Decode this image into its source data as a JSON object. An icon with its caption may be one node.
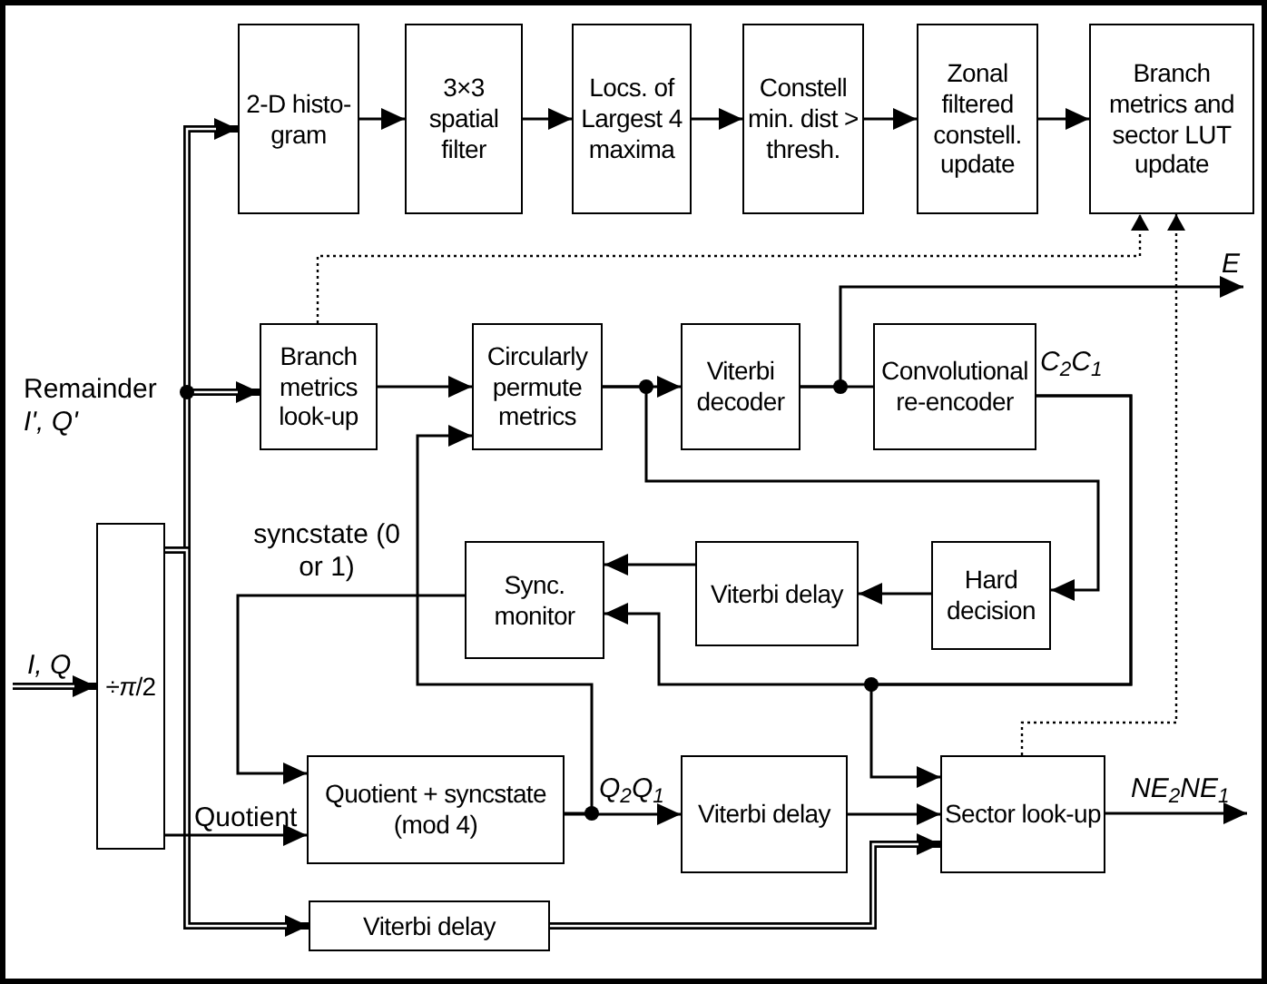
{
  "diagram": {
    "nodes": [
      {
        "text": [
          "2-D histo-gram"
        ]
      },
      {
        "text": [
          "3×3 spatial filter"
        ]
      },
      {
        "text": [
          "Locs. of Largest 4 maxima"
        ]
      },
      {
        "text": [
          "Constell min. dist > thresh."
        ]
      },
      {
        "text": [
          "Zonal filtered constell. update"
        ]
      },
      {
        "text": [
          "Branch metrics and sector LUT update"
        ]
      },
      {
        "text": [
          "Branch metrics look-up"
        ]
      },
      {
        "text": [
          "Circularly permute metrics"
        ]
      },
      {
        "text": [
          "Viterbi decoder"
        ]
      },
      {
        "text": [
          "Convolutional re-encoder"
        ]
      },
      {
        "text": [
          "Sync. monitor"
        ]
      },
      {
        "text": [
          "Viterbi delay"
        ]
      },
      {
        "text": [
          "Hard decision"
        ]
      },
      {
        "text": [
          "÷*π*/2"
        ]
      },
      {
        "text": [
          "Quotient + syncstate (mod 4)"
        ]
      },
      {
        "text": [
          "Viterbi delay"
        ]
      },
      {
        "text": [
          "Sector look-up"
        ]
      },
      {
        "text": [
          "Viterbi delay"
        ]
      }
    ],
    "edges": [
      {
        "from": 13,
        "to": 0,
        "arrow": "to",
        "style": "thick"
      },
      {
        "from": 13,
        "to": 6,
        "arrow": "to",
        "style": "thick",
        "label": "Remainder *I', Q'*"
      },
      {
        "from": 13,
        "to": 17,
        "arrow": "to",
        "style": "thick"
      },
      {
        "from": 0,
        "to": 1,
        "arrow": "to"
      },
      {
        "from": 1,
        "to": 2,
        "arrow": "to"
      },
      {
        "from": 2,
        "to": 3,
        "arrow": "to"
      },
      {
        "from": 3,
        "to": 4,
        "arrow": "to"
      },
      {
        "from": 4,
        "to": 5,
        "arrow": "to"
      },
      {
        "from": 6,
        "to": 5,
        "arrow": "to",
        "style": "dashed"
      },
      {
        "from": 6,
        "to": 7,
        "arrow": "to"
      },
      {
        "from": 7,
        "to": 8,
        "arrow": "to"
      },
      {
        "from": 8,
        "to": 9,
        "arrow": "none"
      },
      {
        "from": 8,
        "to": null,
        "arrow": "to",
        "label": "E"
      },
      {
        "from": 7,
        "to": 12,
        "arrow": "to"
      },
      {
        "from": 9,
        "to": 10,
        "arrow": "to",
        "label": "C$_{2}$C$_{1}$"
      },
      {
        "from": 9,
        "to": 16,
        "arrow": "to"
      },
      {
        "from": 12,
        "to": 11,
        "arrow": "to"
      },
      {
        "from": 11,
        "to": 10,
        "arrow": "to"
      },
      {
        "from": 10,
        "to": 14,
        "arrow": "to",
        "label": "syncstate (0 or 1)"
      },
      {
        "from": 14,
        "to": 7,
        "arrow": "to"
      },
      {
        "from": 14,
        "to": 15,
        "arrow": "to",
        "label": "Q$_{2}$Q$_{1}$"
      },
      {
        "from": 13,
        "to": 14,
        "arrow": "to",
        "label": "Quotient"
      },
      {
        "from": 15,
        "to": 16,
        "arrow": "to"
      },
      {
        "from": 17,
        "to": 16,
        "arrow": "to",
        "style": "thick"
      },
      {
        "from": 16,
        "to": null,
        "arrow": "to",
        "label": "NE$_{2}$NE$_{1}$"
      },
      {
        "from": null,
        "to": 13,
        "arrow": "to",
        "style": "thick",
        "label": "I, Q"
      },
      {
        "from": 16,
        "to": 5,
        "arrow": "to",
        "style": "dashed"
      }
    ]
  }
}
